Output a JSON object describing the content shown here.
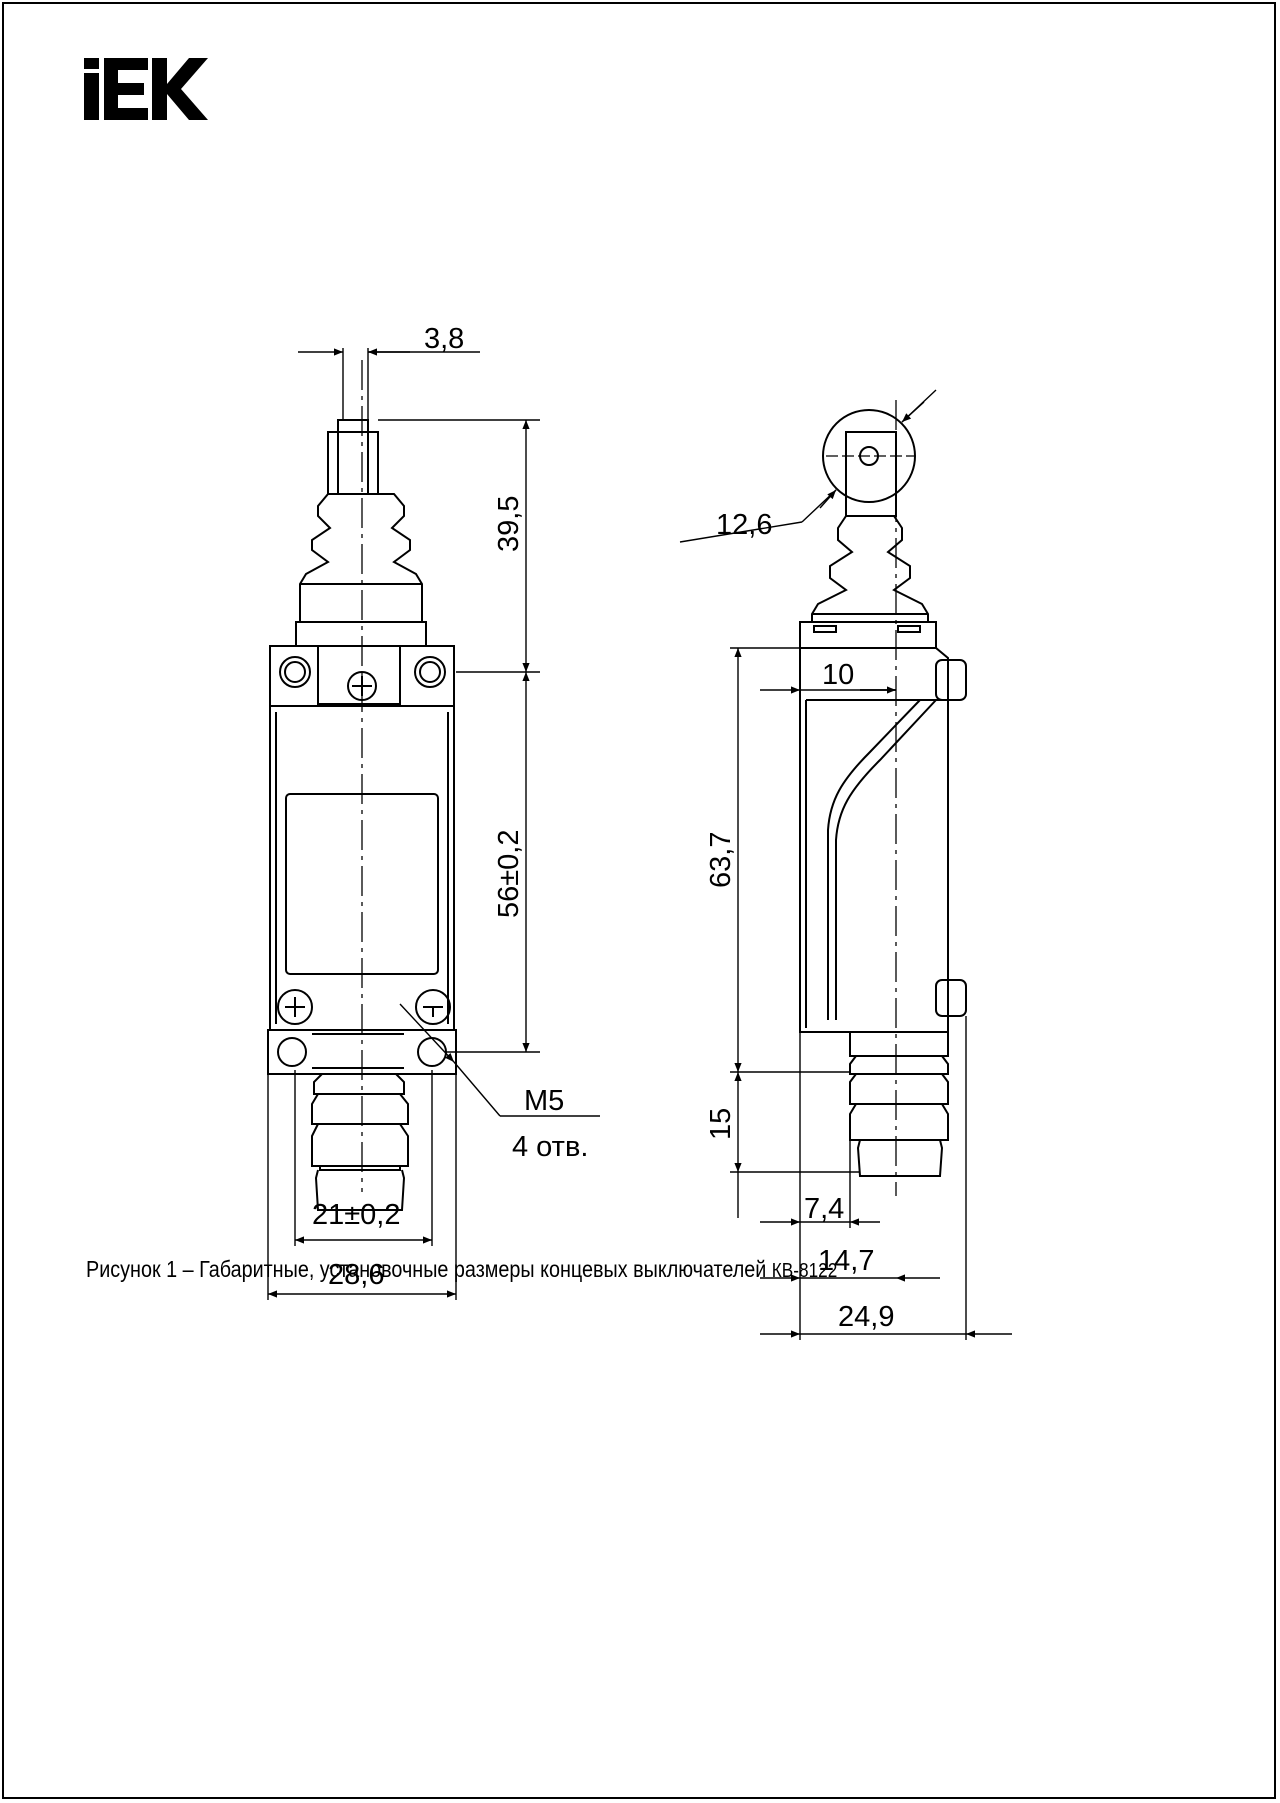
{
  "logo": {
    "text": "IEK"
  },
  "front_view": {
    "dimensions": {
      "roller_width": "3,8",
      "actuator_height": "39,5",
      "mount_spacing_vertical": "56±0,2",
      "mount_spacing_horizontal": "21±0,2",
      "body_width": "28,6"
    },
    "holes": {
      "thread": "M5",
      "count": "4 отв."
    }
  },
  "side_view": {
    "dimensions": {
      "roller_diameter": "12,6",
      "head_offset": "10",
      "body_height": "63,7",
      "connector_height": "15",
      "connector_offset": "7,4",
      "connector_axis": "14,7",
      "body_depth": "24,9"
    }
  },
  "caption": {
    "text": "Рисунок 1 – Габаритные, установочные размеры концевых выключателей ",
    "model": "КВ-8122"
  }
}
